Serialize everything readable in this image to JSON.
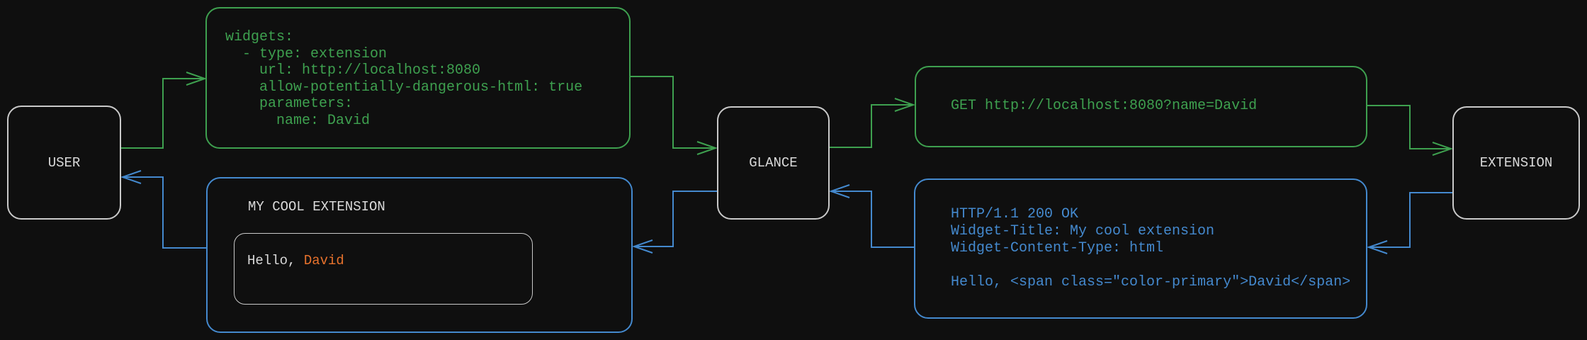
{
  "colors": {
    "bg": "#0f0f0f",
    "green": "#3EA04F",
    "blue": "#4489CE",
    "orange": "#E8722C",
    "white": "#D9D9D9",
    "node_border": "#C9C9C9"
  },
  "nodes": {
    "user": {
      "label": "USER"
    },
    "glance": {
      "label": "GLANCE"
    },
    "extension": {
      "label": "EXTENSION"
    }
  },
  "config_box": {
    "lines": [
      "widgets:",
      "  - type: extension",
      "    url: http://localhost:8080",
      "    allow-potentially-dangerous-html: true",
      "    parameters:",
      "      name: David"
    ]
  },
  "request_box": {
    "lines": [
      "GET http://localhost:8080?name=David"
    ]
  },
  "response_box": {
    "lines": [
      "HTTP/1.1 200 OK",
      "Widget-Title: My cool extension",
      "Widget-Content-Type: html",
      "",
      "Hello, <span class=\"color-primary\">David</span>"
    ]
  },
  "widget_box": {
    "title": "MY COOL EXTENSION",
    "greeting_prefix": "Hello, ",
    "greeting_name": "David"
  }
}
